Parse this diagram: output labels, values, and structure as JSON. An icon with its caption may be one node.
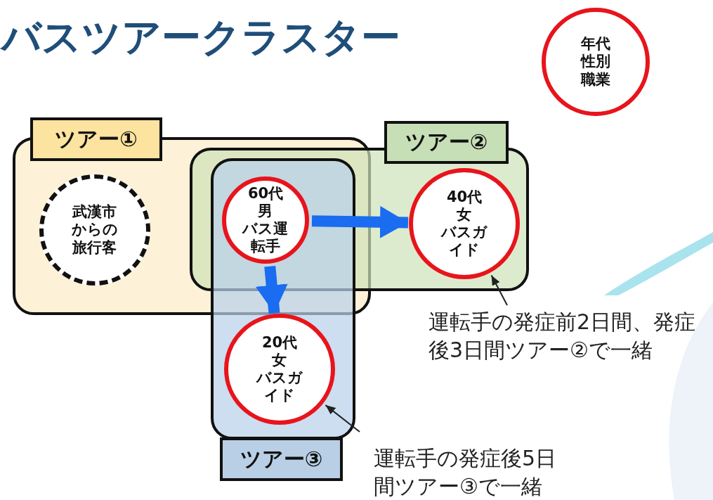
{
  "diagram": {
    "title": "バスツアークラスター",
    "nodes": [
      {
        "text": [
          "ツアー①"
        ]
      },
      {
        "text": [
          "ツアー②"
        ]
      },
      {
        "text": [
          "ツアー③"
        ]
      },
      {
        "text": [
          "武漢市からの旅行客"
        ],
        "in": 0
      },
      {
        "text": [
          "60代",
          "男",
          "バス運転手"
        ]
      },
      {
        "text": [
          "40代",
          "女",
          "バスガイド"
        ],
        "in": 1
      },
      {
        "text": [
          "20代",
          "女",
          "バスガイド"
        ],
        "in": 2
      },
      {
        "text": [
          "年代",
          "性別",
          "職業"
        ]
      },
      {
        "text": [
          "運転手の発症前2日間、発症後3日間ツアー②で一緒"
        ]
      },
      {
        "text": [
          "運転手の発症後5日間ツアー③で一緒"
        ]
      }
    ],
    "edges": [
      {
        "from": 4,
        "to": 5,
        "arrow": "to",
        "style": "thick",
        "color": "#1a6cf0"
      },
      {
        "from": 4,
        "to": 6,
        "arrow": "to",
        "style": "thick",
        "color": "#1a6cf0"
      },
      {
        "from": 8,
        "to": 5,
        "arrow": "to",
        "color": "#222222"
      },
      {
        "from": 9,
        "to": 6,
        "arrow": "to",
        "color": "#222222"
      }
    ]
  }
}
